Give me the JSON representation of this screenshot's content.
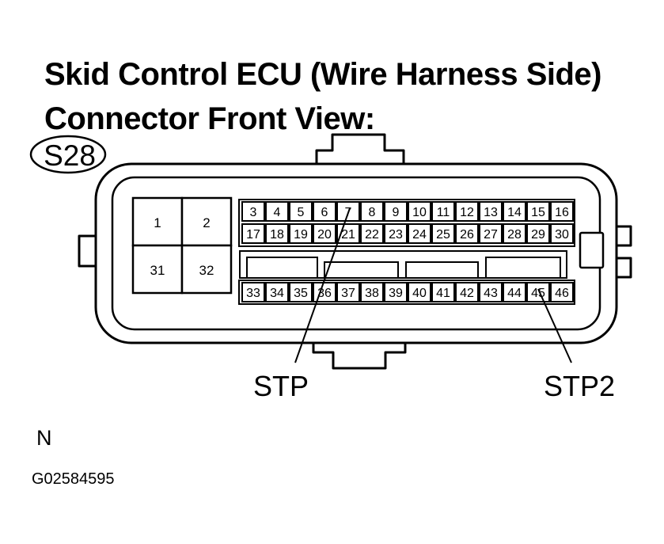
{
  "title_lines": [
    "Skid Control ECU (Wire Harness Side)",
    "Connector Front View:"
  ],
  "connector_code": "S28",
  "large_pins": [
    "1",
    "2",
    "31",
    "32"
  ],
  "upper_rows": [
    [
      "3",
      "4",
      "5",
      "6",
      "7",
      "8",
      "9",
      "10",
      "11",
      "12",
      "13",
      "14",
      "15",
      "16"
    ],
    [
      "17",
      "18",
      "19",
      "20",
      "21",
      "22",
      "23",
      "24",
      "25",
      "26",
      "27",
      "28",
      "29",
      "30"
    ]
  ],
  "lower_row": [
    "33",
    "34",
    "35",
    "36",
    "37",
    "38",
    "39",
    "40",
    "41",
    "42",
    "43",
    "44",
    "45",
    "46"
  ],
  "callouts": [
    {
      "label": "STP",
      "pin": "7"
    },
    {
      "label": "STP2",
      "pin": "45"
    }
  ],
  "orientation_mark": "N",
  "figure_id": "G02584595"
}
